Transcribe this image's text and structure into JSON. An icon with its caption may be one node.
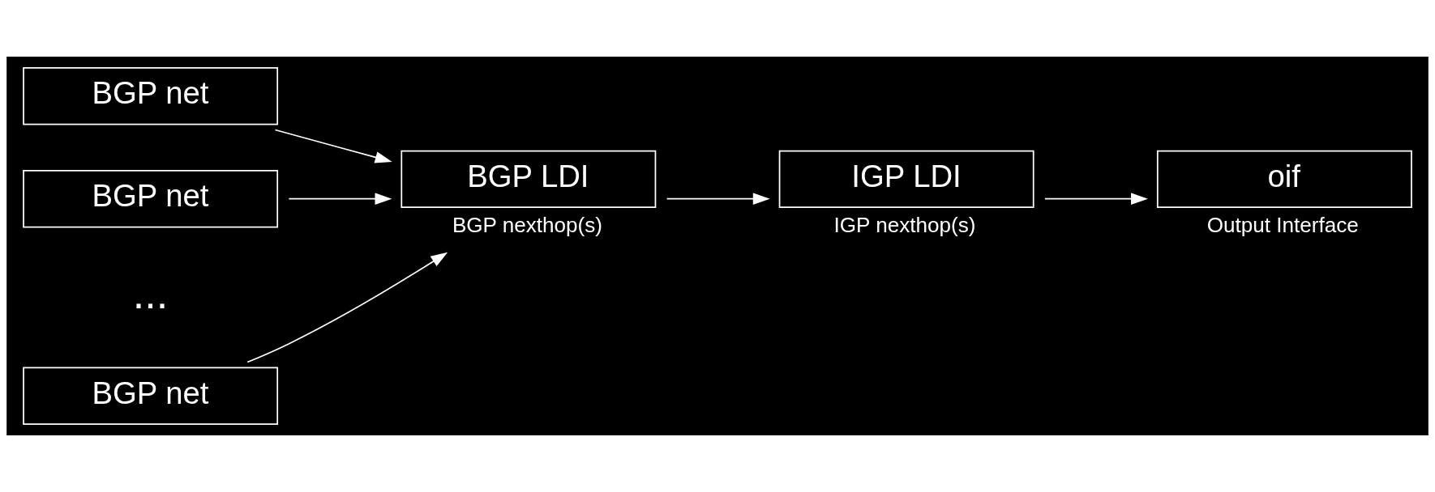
{
  "diagram": {
    "nodes": [
      {
        "text": [
          "BGP net"
        ]
      },
      {
        "text": [
          "BGP net"
        ]
      },
      {
        "text": [
          "BGP net"
        ]
      },
      {
        "text": [
          "BGP LDI"
        ],
        "beside": [
          "BGP nexthop(s)"
        ]
      },
      {
        "text": [
          "IGP LDI"
        ],
        "beside": [
          "IGP nexthop(s)"
        ]
      },
      {
        "text": [
          "oif"
        ],
        "beside": [
          "Output Interface"
        ]
      }
    ],
    "edges": [
      {
        "from": 0,
        "to": 3,
        "arrow": "to"
      },
      {
        "from": 1,
        "to": 3,
        "arrow": "to"
      },
      {
        "from": 2,
        "to": 3,
        "arrow": "to"
      },
      {
        "from": 3,
        "to": 4,
        "arrow": "to"
      },
      {
        "from": 4,
        "to": 5,
        "arrow": "to"
      }
    ],
    "labels": [
      "..."
    ]
  }
}
